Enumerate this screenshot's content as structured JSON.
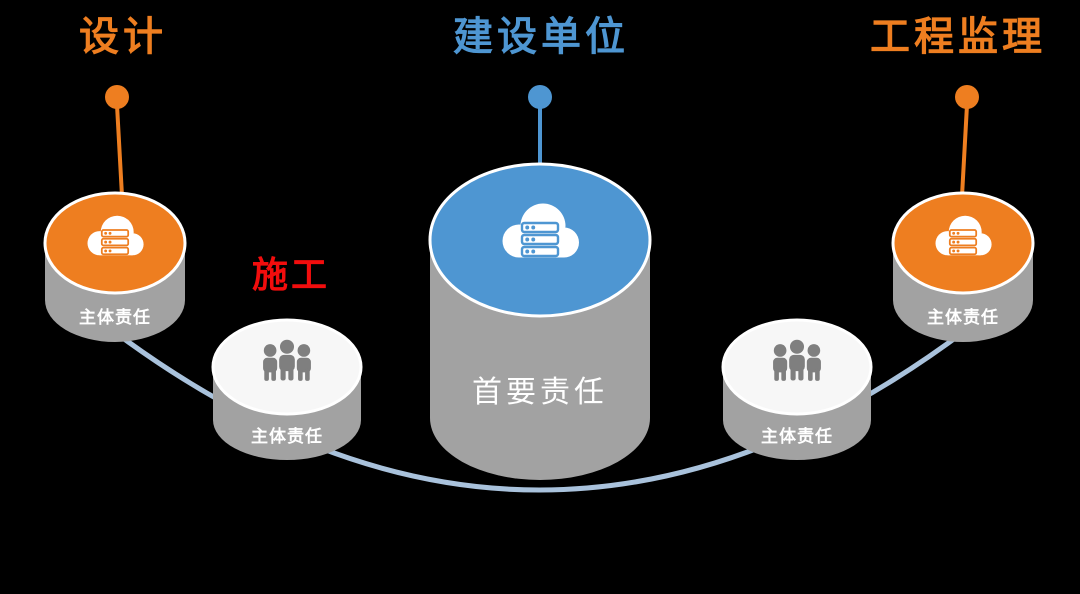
{
  "background": "#000000",
  "colors": {
    "background": "#000000",
    "orange": "#EE7E20",
    "blue": "#4E96D2",
    "red": "#F20D0D",
    "cylinder_gray": "#A2A2A2",
    "icon_gray": "#7F7F7F",
    "light_top": "#F7F7F7",
    "white": "#FFFFFF",
    "arc_blue": "#A9C2DC"
  },
  "titles": {
    "design": "设计",
    "owner": "建设单位",
    "supervision": "工程监理",
    "construction": "施工"
  },
  "nodes": {
    "design": {
      "label": "主体责任",
      "icon": "cloud-server-icon"
    },
    "construction": {
      "label": "主体责任",
      "icon": "people-group-icon"
    },
    "owner": {
      "label": "首要责任",
      "icon": "cloud-server-icon"
    },
    "supervision_team": {
      "label": "主体责任",
      "icon": "people-group-icon"
    },
    "supervision": {
      "label": "主体责任",
      "icon": "cloud-server-icon"
    }
  }
}
